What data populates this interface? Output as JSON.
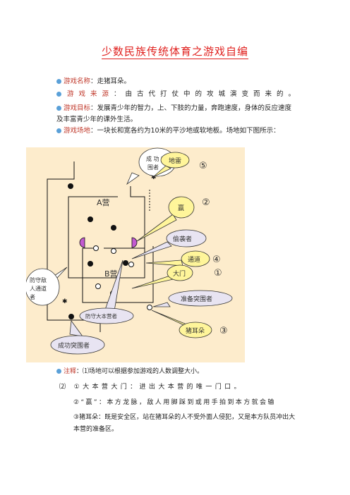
{
  "title": "少数民族传统体育之游戏自编",
  "game_name": {
    "label": "游戏名称",
    "value": "：走猪耳朵。"
  },
  "origin": {
    "label": "游戏来源",
    "value": "：由古代打仗中的攻城演变而来的。"
  },
  "goal": {
    "label": "游戏目标",
    "value": "：发展青少年的智力，上、下肢的力量，奔跑速度，身体的反应速度及丰富青少年的课外生活。"
  },
  "field": {
    "label": "游戏场地",
    "value": "：一块长和宽各约为10米的平沙地或软地板。场地如下图所示："
  },
  "diagram": {
    "camp_a": "A营",
    "camp_b": "B营",
    "callouts": {
      "success_breaker_top": "成功突围者",
      "landmine": "地雷",
      "win": "赢",
      "raider": "偷袭者",
      "passage": "通道",
      "gate": "大门",
      "ready_breaker": "准备突围者",
      "pig_ear": "猪耳朵",
      "defend_enemy": "防守敌人通道者",
      "defend_camp": "防守大本营者",
      "success_breaker_bottom": "成功突围者"
    },
    "numbers": {
      "n5": "⑤",
      "n2": "②",
      "n4": "④",
      "n1": "①",
      "n3": "③"
    },
    "colors": {
      "background": "#fdeccc",
      "callout_purple": "#e8e4f2",
      "callout_yellow": "#fff59a"
    }
  },
  "notes": {
    "label": "注释",
    "line1": "：⑴场地可以根据参加游戏的人数调整大小。",
    "line2": "⑵ ①大本营大门：进出大本营的唯一门口。",
    "line3": "②“赢”：本方龙脉，敌人用脚踩到或用手拍到本方就会输",
    "line4": "③猪耳朵：既是安全区，站在猪耳朵的人不受外面人侵犯，又是本方队员冲出大本营的准备区。"
  }
}
